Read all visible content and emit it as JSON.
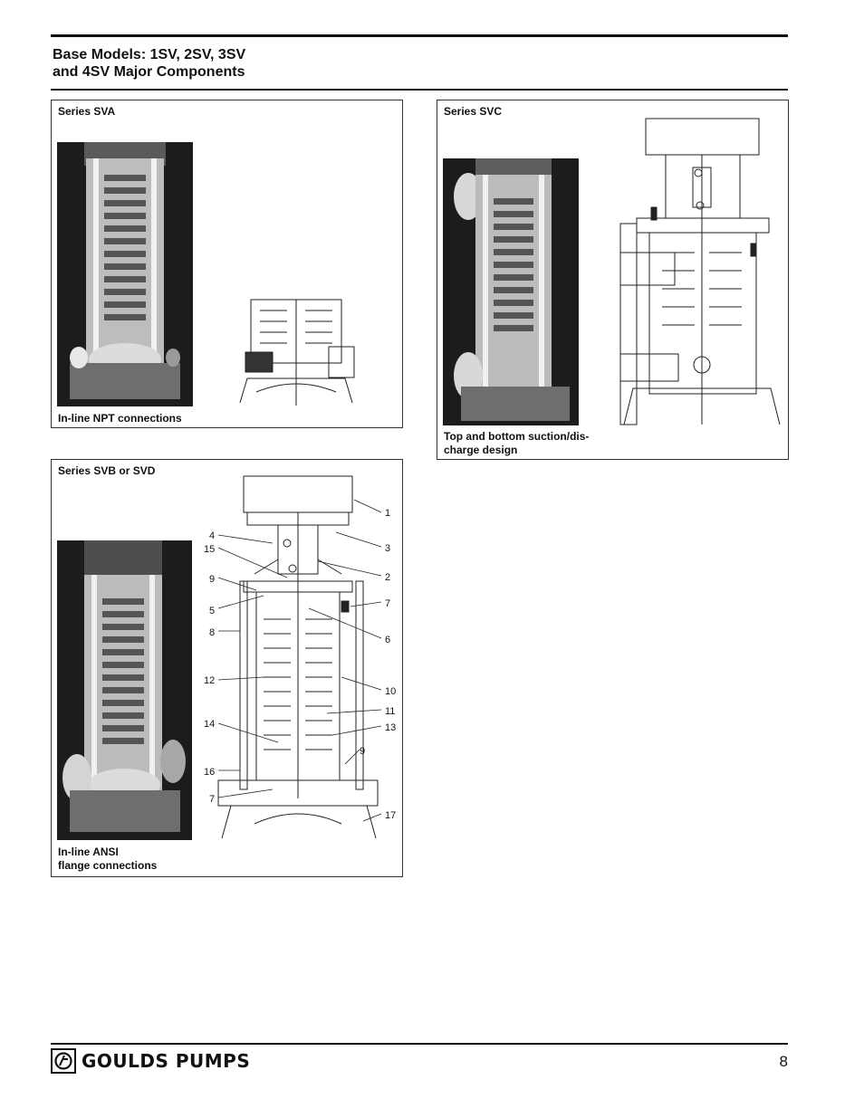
{
  "header": {
    "title_line1": "Base Models: 1SV, 2SV, 3SV",
    "title_line2": "and 4SV Major Components"
  },
  "panels": {
    "sva": {
      "title": "Series SVA",
      "caption": "In-line NPT connections"
    },
    "svc": {
      "title": "Series SVC",
      "caption_line1": "Top and bottom suction/dis-",
      "caption_line2": "charge design"
    },
    "svb": {
      "title": "Series SVB or SVD",
      "caption_line1": "In-line ANSI",
      "caption_line2": "flange connections"
    }
  },
  "callouts_left": [
    "4",
    "15",
    "9",
    "5",
    "8",
    "12",
    "14",
    "16",
    "7"
  ],
  "callouts_right": [
    "1",
    "3",
    "2",
    "7",
    "6",
    "10",
    "11",
    "13",
    "9",
    "17"
  ],
  "footer": {
    "brand": "GOULDS PUMPS",
    "page_number": "8"
  }
}
